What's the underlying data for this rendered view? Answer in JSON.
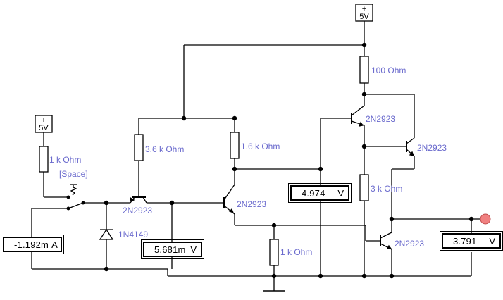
{
  "sources": [
    {
      "id": "top",
      "voltage": "5V",
      "plus": "+"
    },
    {
      "id": "left",
      "voltage": "5V",
      "plus": "+"
    }
  ],
  "resistors": [
    {
      "id": "r_in",
      "label": "1 k Ohm"
    },
    {
      "id": "r_36k",
      "label": "3.6 k Ohm"
    },
    {
      "id": "r_16k",
      "label": "1.6 k Ohm"
    },
    {
      "id": "r_1k_bottom",
      "label": "1 k Ohm"
    },
    {
      "id": "r_100",
      "label": "100  Ohm"
    },
    {
      "id": "r_3k",
      "label": "3 k Ohm"
    }
  ],
  "transistors": [
    {
      "id": "q_input",
      "label": "2N2923"
    },
    {
      "id": "q_mid",
      "label": "2N2923"
    },
    {
      "id": "q_top",
      "label": "2N2923"
    },
    {
      "id": "q_right",
      "label": "2N2923"
    },
    {
      "id": "q_bottom",
      "label": "2N2923"
    }
  ],
  "diode": {
    "label": "1N4149"
  },
  "switch": {
    "key_label": "[Space]"
  },
  "meters": {
    "input_current": {
      "value": "-1.192m",
      "unit": "A"
    },
    "base_voltage": {
      "value": "5.681m",
      "unit": "V"
    },
    "mid_voltage": {
      "value": "4.974",
      "unit": "V"
    },
    "output_voltage": {
      "value": "3.791",
      "unit": "V"
    }
  },
  "colors": {
    "wire": "#000000",
    "label": "#6a6acd",
    "probe": "#f08080"
  }
}
